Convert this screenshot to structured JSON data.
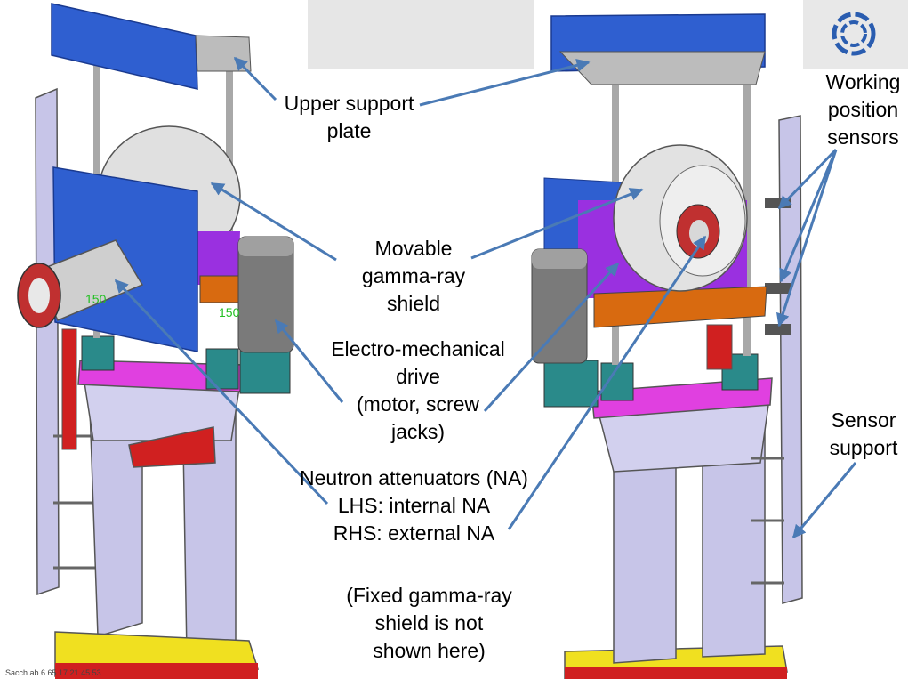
{
  "labels": {
    "upper_support": [
      "Upper support",
      "plate"
    ],
    "movable_shield": [
      "Movable",
      "gamma-ray",
      "shield"
    ],
    "drive": [
      "Electro-mechanical",
      "drive",
      "(motor, screw",
      "jacks)"
    ],
    "attenuators": [
      "Neutron attenuators (NA)",
      "LHS: internal NA",
      "RHS: external NA"
    ],
    "fixed_note": [
      "(Fixed gamma-ray",
      "shield is not",
      "shown here)"
    ],
    "working_sensors": [
      "Working",
      "position",
      "sensors"
    ],
    "sensor_support": [
      "Sensor",
      "support"
    ]
  },
  "dimension_tags": [
    "150",
    "150"
  ],
  "footer": "Sacch  ab  6  65     17  21       45  53",
  "colors": {
    "arrow": "#4a7ab5",
    "plate_blue": "#2f5fd0",
    "frame_lavender": "#c7c5e8",
    "platform_magenta": "#e040e0",
    "bracket_orange": "#d86a10",
    "drive_teal": "#2a8a8a",
    "base_yellow": "#f0e020",
    "base_red": "#d02020",
    "motor_grey": "#7a7a7a",
    "logo_blue": "#2a5db0"
  }
}
